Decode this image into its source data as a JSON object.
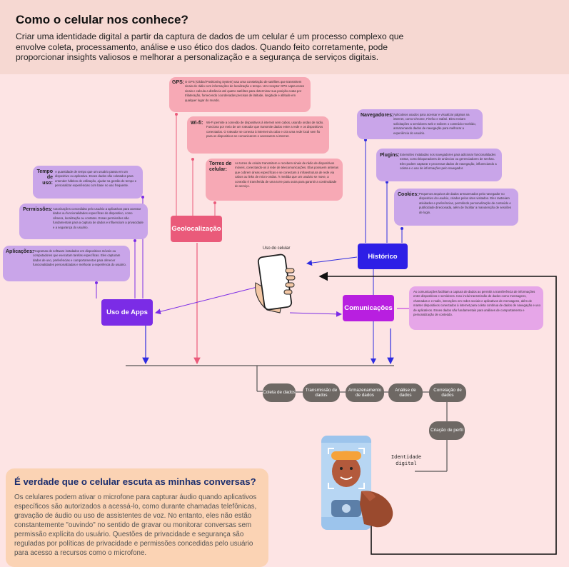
{
  "header": {
    "title": "Como o celular nos conhece?",
    "subtitle": "Criar uma identidade digital a partir da captura de dados de um celular é um processo complexo que envolve coleta, processamento, análise e uso ético dos dados. Quando feito corretamente, pode proporcionar insights valiosos e melhorar a personalização e a segurança de serviços digitais."
  },
  "geo": {
    "gps": {
      "label": "GPS:",
      "text": "O GPS (Global Positioning System) usa uma constelação de satélites que transmitem sinais de rádio com informações de localização e tempo. Um receptor GPS capta esses sinais e calcula a distância até quatro satélites para determinar sua posição exata por trilateração, fornecendo coordenadas precisas de latitude, longitude e altitude em qualquer lugar do mundo."
    },
    "wifi": {
      "label": "Wi-fi:",
      "text": "Wi-Fi permite a conexão de dispositivos à internet sem cabos, usando ondas de rádio. Funciona por meio de um roteador que transmite dados entre a rede e os dispositivos conectados. O roteador se conecta à internet via cabo e cria uma rede local sem fio para os dispositivos se comunicarem e acessarem a internet."
    },
    "torres": {
      "label": "Torres de celular:",
      "text": "As torres de celular transmitem e recebem sinais de rádio de dispositivos móveis, conectando-os à rede de telecomunicações. Elas possuem antenas que cobrem áreas específicas e se conectam à infraestrutura de rede via cabos ou links de micro-ondas. À medida que um usuário se move, a conexão é transferida de uma torre para outra para garantir a continuidade do serviço."
    }
  },
  "apps": {
    "tempo": {
      "label": "Tempo de uso:",
      "text": "A quantidade de tempo que um usuário passa em um dispositivo ou aplicativo. Esses dados são coletados para entender hábitos de utilização, ajudar na gestão de tempo e personalizar experiências com base no uso frequente."
    },
    "permissoes": {
      "label": "Permissões:",
      "text": "Autorizações concedidas pelo usuário a aplicativos para acessar dados ou funcionalidades específicas do dispositivo, como câmera, localização ou contatos. Essas permissões são fundamentais para a captura de dados e influenciam a privacidade e a segurança do usuário."
    },
    "aplicacoes": {
      "label": "Aplicações:",
      "text": "Programas de software instalados em dispositivos móveis ou computadores que executam tarefas específicas. Eles capturam dados de uso, preferências e comportamentos para oferecer funcionalidades personalizadas e melhorar a experiência do usuário."
    }
  },
  "historico": {
    "navegadores": {
      "label": "Navegadores:",
      "text": "Aplicativos usados para acessar e visualizar páginas na internet, como Chrome, Firefox e Safari. Eles enviam solicitações a servidores web e exibem o conteúdo recebido, armazenando dados de navegação para melhorar a experiência do usuário."
    },
    "plugins": {
      "label": "Plugins:",
      "text": "Extensões instaladas nos navegadores para adicionar funcionalidades extras, como bloqueadores de anúncios ou gerenciadores de senhas. Eles podem capturar e processar dados de navegação, influenciando a coleta e o uso de informações pelo navegador."
    },
    "cookies": {
      "label": "Cookies:",
      "text": "Pequenos arquivos de dados armazenados pelo navegador no dispositivo do usuário, criados pelos sites visitados. Eles rastreiam atividades e preferências, permitindo personalização de conteúdo e publicidade direcionada, além de facilitar a manutenção de sessões de login."
    }
  },
  "comunicacoes_text": "As comunicações facilitam a captura de dados ao permitir a transferência de informações entre dispositivos e servidores. Isso inclui transmissão de dados como mensagens, chamadas e e-mails, interações em redes sociais e aplicativos de mensagens, além de manter dispositivos conectados à internet para coleta contínua de dados de navegação e uso de aplicativos. Esses dados são fundamentais para análises de comportamento e personalização de conteúdo.",
  "nodes": {
    "geolocalizacao": "Geolocalização",
    "historico": "Histórico",
    "uso_de_apps": "Uso de Apps",
    "comunicacoes": "Comunicações"
  },
  "uso_do_celular": "Uso do celular",
  "steps": [
    "Coleta de dados",
    "Transmissão de dados",
    "Armazenamento de dados",
    "Análise de dados",
    "Correlação de dados"
  ],
  "criacao": "Criação de perfil",
  "identidade": "Identidade digital",
  "question": {
    "title": "É verdade que o celular escuta as minhas conversas?",
    "body": "Os celulares podem ativar o microfone para capturar áudio quando aplicativos específicos são autorizados a acessá-lo, como durante chamadas telefônicas, gravação de áudio ou uso de assistentes de voz. No entanto, eles não estão constantemente \"ouvindo\" no sentido de gravar ou monitorar conversas sem permissão explícita do usuário. Questões de privacidade e segurança são reguladas por políticas de privacidade e permissões concedidas pelo usuário para acesso a recursos como o microfone."
  },
  "colors": {
    "background": "#fde4e4",
    "header": "#f6d8d2",
    "geolocalizacao": "#ea5a7a",
    "historico": "#2d1fe6",
    "uso_de_apps": "#7b2ce6",
    "comunicacoes": "#b81fe0",
    "steps": "#6e6864",
    "question_box": "#fbd3b4",
    "question_title": "#1c2e6e"
  },
  "icons": [
    "hand-holding-phone-illustration",
    "digital-identity-face-illustration"
  ]
}
